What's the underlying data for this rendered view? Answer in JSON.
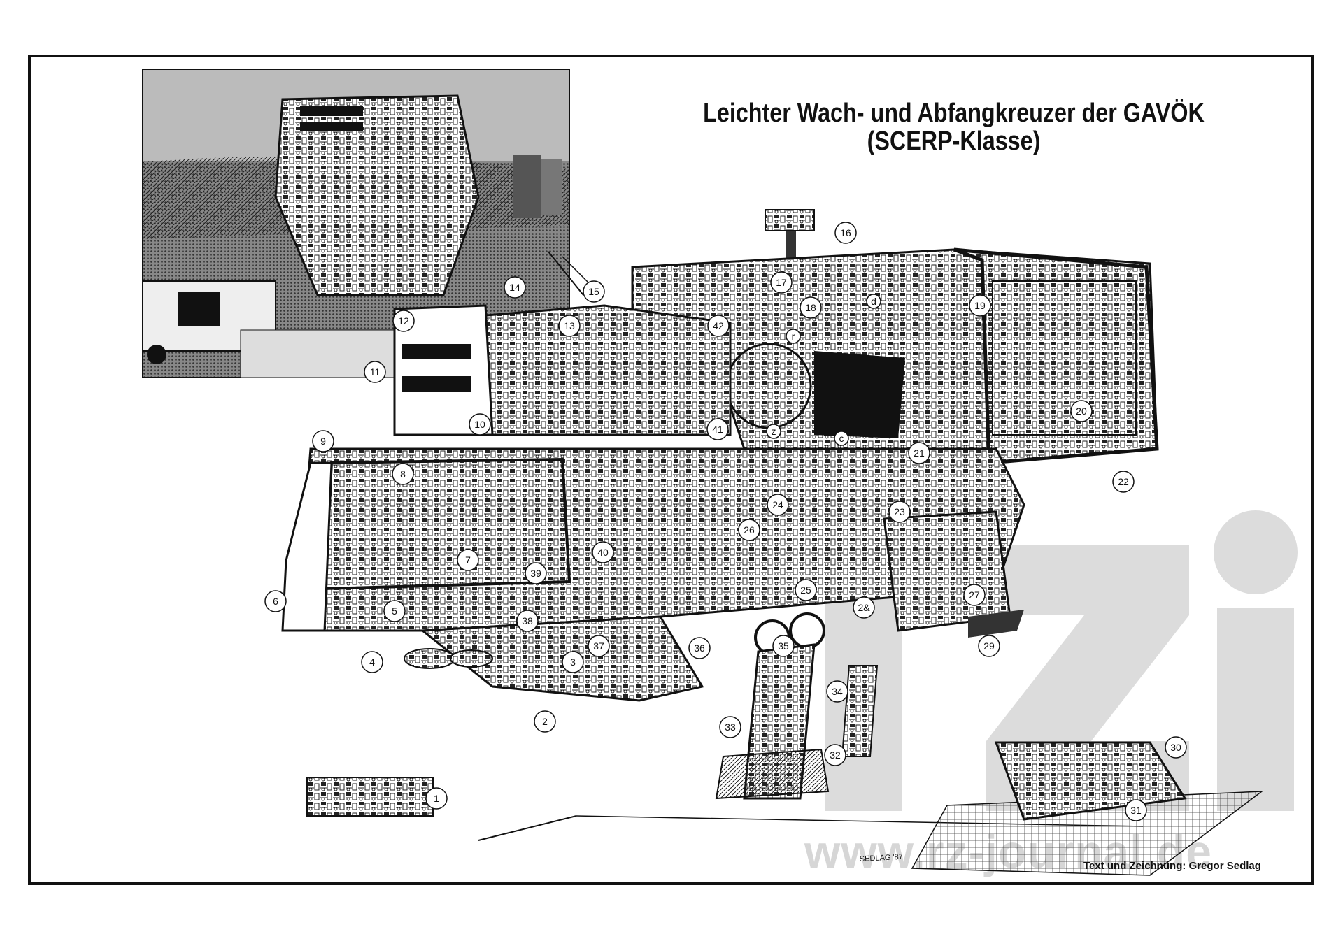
{
  "title": {
    "line1": "Leichter Wach- und Abfangkreuzer der GAVÖK",
    "line2": "(SCERP-Klasse)"
  },
  "credit": "Text und Zeichnung: Gregor Sedlag",
  "signature": "SEDLAG '87",
  "watermark": {
    "logo_text": "rzi",
    "url": "www.rz-journal.de"
  },
  "callouts": [
    "1",
    "2",
    "3",
    "4",
    "5",
    "6",
    "7",
    "8",
    "9",
    "10",
    "11",
    "12",
    "13",
    "14",
    "15",
    "16",
    "17",
    "18",
    "19",
    "20",
    "21",
    "22",
    "23",
    "24",
    "25",
    "26",
    "27",
    "2&",
    "29",
    "30",
    "31",
    "32",
    "33",
    "34",
    "35",
    "36",
    "37",
    "38",
    "39",
    "40",
    "41",
    "42",
    "d",
    "r",
    "z",
    "c"
  ]
}
